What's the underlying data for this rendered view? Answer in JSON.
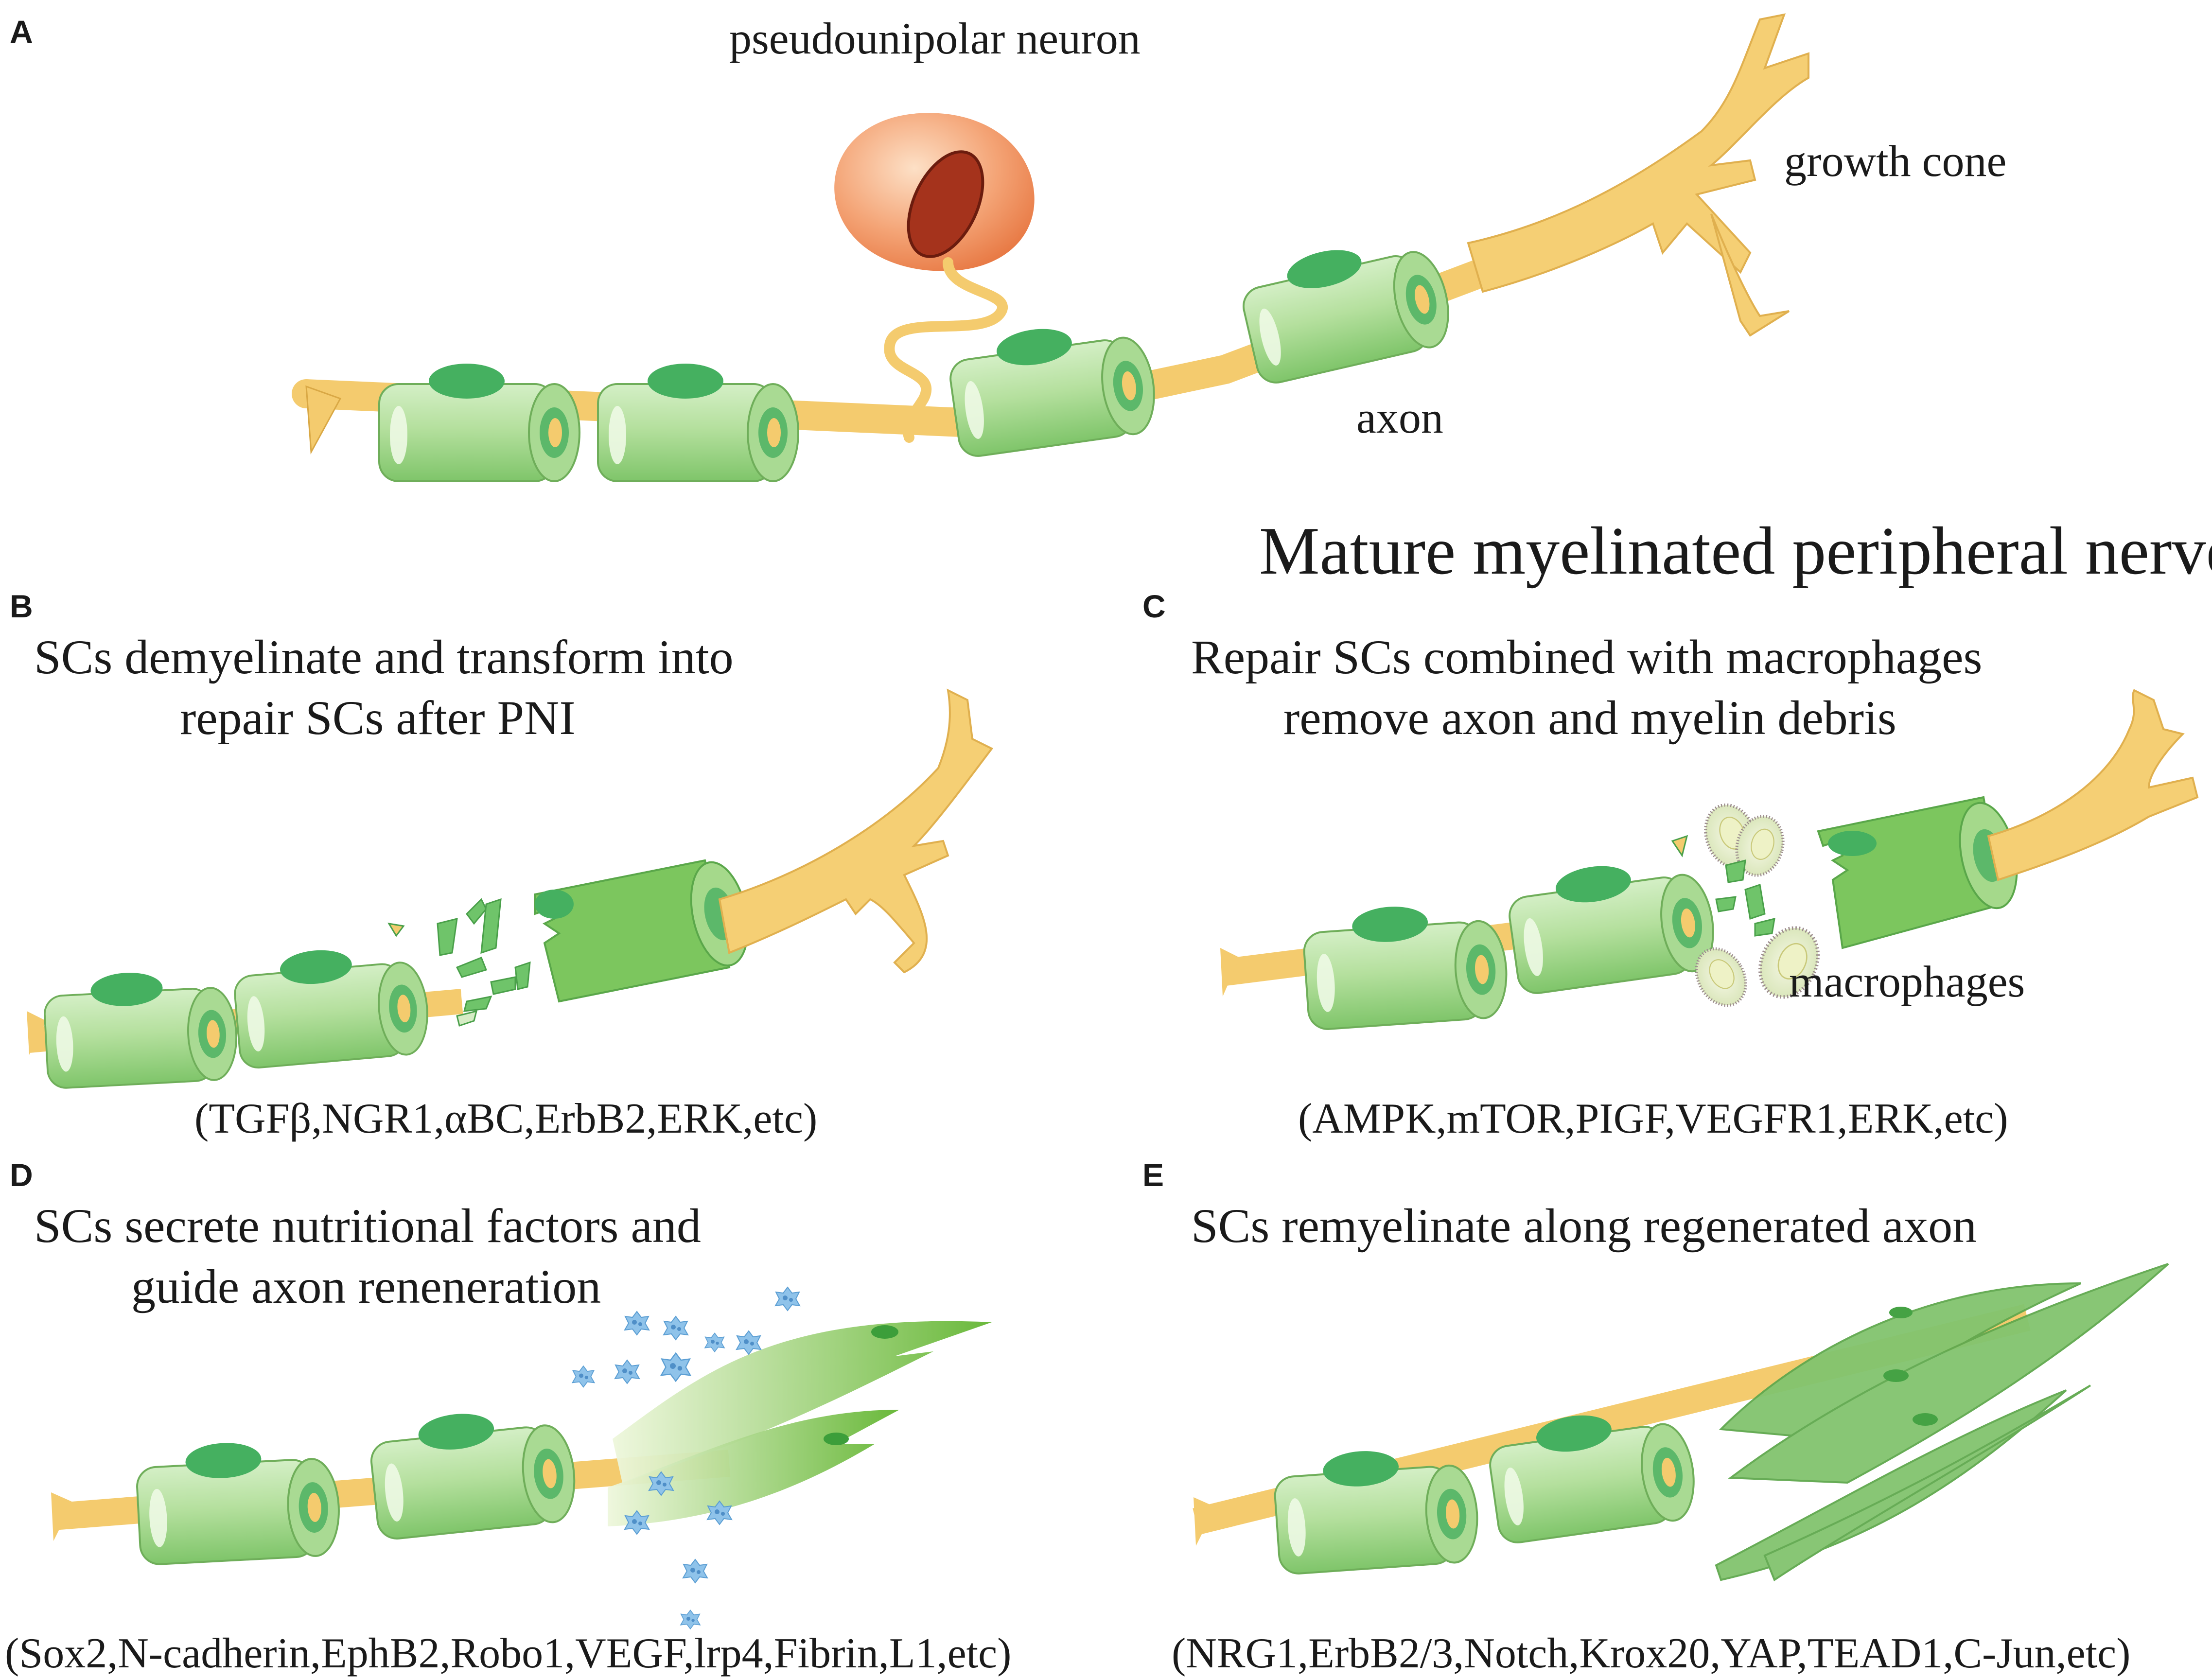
{
  "figure_title": "Mature myelinated peripheral nerve",
  "colors": {
    "schwann_cell": "#b9e3a6",
    "schwann_cell_dark": "#79c36a",
    "nucleus": "#45b060",
    "axon": "#f4cb6e",
    "neuron": "#ee8a55",
    "neuron_nucleus": "#a5331c",
    "macrophage": "#e7efcf",
    "nutritional_factor": "#8fc3ea",
    "repair_sc": "#6fbf46"
  },
  "panels": {
    "a": {
      "letter": "A",
      "labels": {
        "neuron": "pseudounipolar neuron",
        "growth_cone": "growth cone",
        "axon": "axon"
      }
    },
    "b": {
      "letter": "B",
      "title_line1": "SCs demyelinate and transform into",
      "title_line2": "repair SCs after  PNI",
      "molecules": "(TGFβ,NGR1,αBC,ErbB2,ERK,etc)"
    },
    "c": {
      "letter": "C",
      "title_line1": "Repair SCs combined with macrophages",
      "title_line2": "remove axon and myelin debris",
      "macrophage_label": "macrophages",
      "molecules": "(AMPK,mTOR,PIGF,VEGFR1,ERK,etc)"
    },
    "d": {
      "letter": "D",
      "title_line1": "SCs secrete nutritional factors and",
      "title_line2": "guide axon reneneration",
      "molecules": "(Sox2,N-cadherin,EphB2,Robo1,VEGF,lrp4,Fibrin,L1,etc)"
    },
    "e": {
      "letter": "E",
      "title_line1": "SCs remyelinate along regenerated axon",
      "molecules": "(NRG1,ErbB2/3,Notch,Krox20,YAP,TEAD1,C-Jun,etc)"
    }
  }
}
